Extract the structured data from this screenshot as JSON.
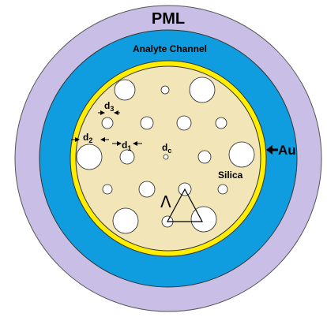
{
  "labels": {
    "pml": "PML",
    "analyte": "Analyte Channel",
    "au": "Au",
    "silica": "Silica",
    "lambda": "Λ",
    "d1": "d",
    "d1_sub": "1",
    "d2": "d",
    "d2_sub": "2",
    "d3": "d",
    "d3_sub": "3",
    "dc": "d",
    "dc_sub": "c"
  },
  "colors": {
    "pml": "#c8bee6",
    "analyte": "#0f9ddf",
    "gold": "#ffee00",
    "silica": "#f2e5b8",
    "hole": "#ffffff",
    "outline": "#222222"
  }
}
